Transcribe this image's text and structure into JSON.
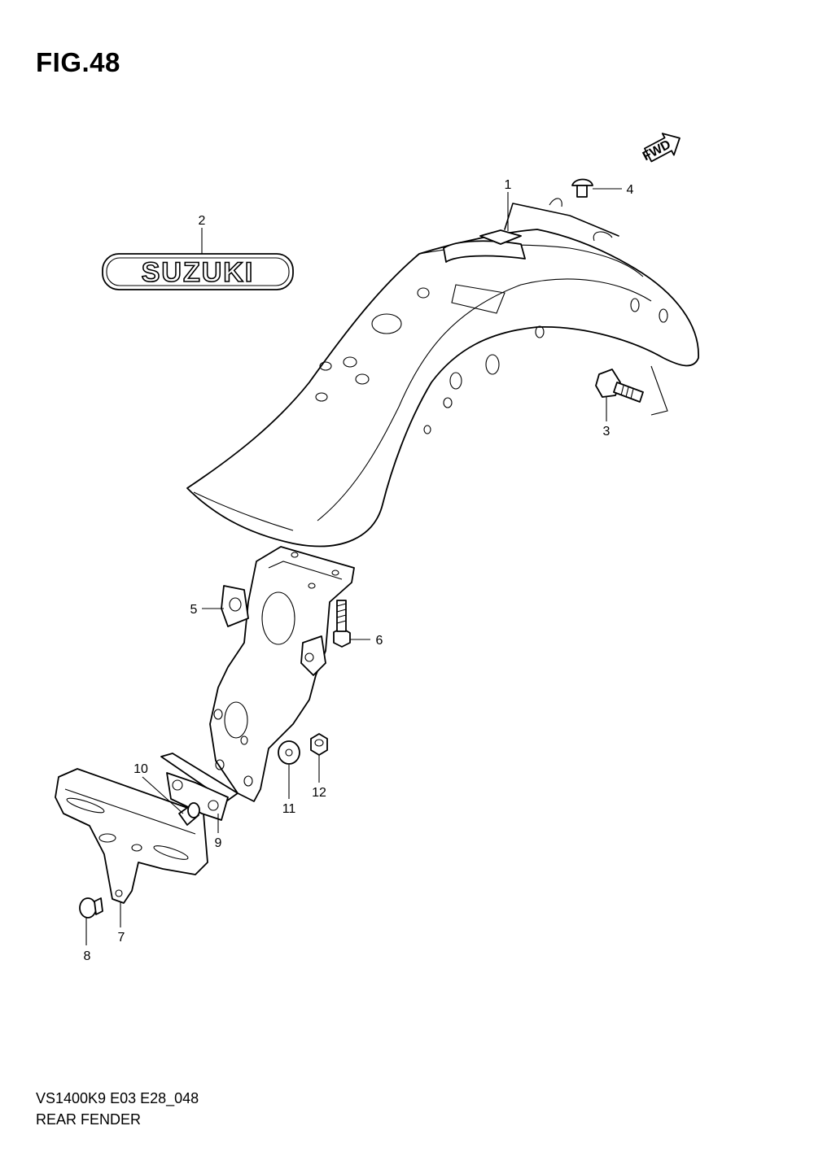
{
  "figure": {
    "title": "FIG.48",
    "model_code": "VS1400K9 E03 E28_048",
    "name": "REAR FENDER"
  },
  "direction_badge": {
    "label": "FWD",
    "icon": "forward-arrow-icon"
  },
  "emblem": {
    "text": "SUZUKI"
  },
  "callouts": [
    {
      "number": "1"
    },
    {
      "number": "2"
    },
    {
      "number": "3"
    },
    {
      "number": "4"
    },
    {
      "number": "5"
    },
    {
      "number": "6"
    },
    {
      "number": "7"
    },
    {
      "number": "8"
    },
    {
      "number": "9"
    },
    {
      "number": "10"
    },
    {
      "number": "11"
    },
    {
      "number": "12"
    }
  ]
}
